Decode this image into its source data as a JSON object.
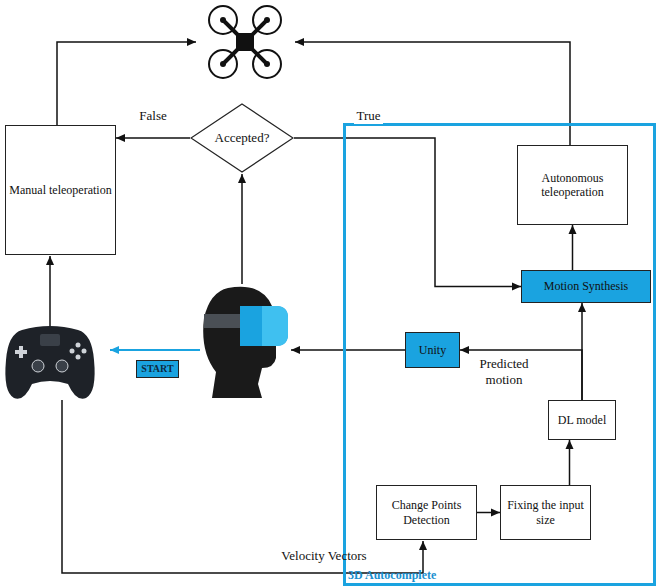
{
  "diagram": {
    "nodes": [
      {
        "text": [
          "3D Autocomplete"
        ]
      },
      {
        "text": [
          "Autonomous teleoperation"
        ],
        "in": 0
      },
      {
        "text": [
          "Manual teleoperation"
        ]
      },
      {
        "text": [
          "Accepted?"
        ]
      },
      {
        "text": [
          "Motion Synthesis"
        ],
        "in": 0
      },
      {
        "text": [
          "Unity"
        ],
        "in": 0
      },
      {
        "text": [
          "START"
        ]
      },
      {
        "text": [
          "DL model"
        ],
        "in": 0
      },
      {
        "text": [
          "Change Points Detection"
        ],
        "in": 0
      },
      {
        "text": [
          "Fixing the input size"
        ],
        "in": 0
      }
    ],
    "edges": [
      {
        "from": 3,
        "to": 2,
        "label": "False",
        "arrow": "to"
      },
      {
        "from": 3,
        "to": 4,
        "label": "True",
        "arrow": "to"
      },
      {
        "from": 4,
        "to": 1,
        "arrow": "to"
      },
      {
        "from": 7,
        "to": 4,
        "arrow": "to"
      },
      {
        "from": 7,
        "to": 5,
        "arrow": "to"
      },
      {
        "from": 8,
        "to": 9,
        "arrow": "to"
      },
      {
        "from": 9,
        "to": 7,
        "arrow": "to"
      }
    ],
    "labels": [
      "Predicted motion",
      "Velocity Vectors"
    ]
  }
}
